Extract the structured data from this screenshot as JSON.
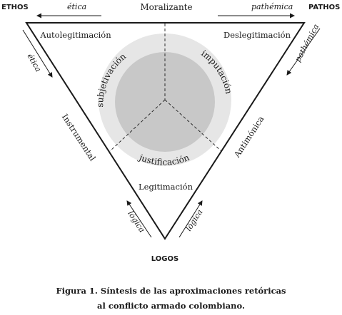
{
  "vertices": {
    "ethos": "ETHOS",
    "pathos": "PATHOS",
    "logos": "LOGOS"
  },
  "top_edge": {
    "left_label": "ética",
    "center_label": "Moralizante",
    "right_label": "pathémica"
  },
  "left_edge": {
    "outer_label": "ética",
    "center_label": "Instrumental",
    "bottom_label": "lógica"
  },
  "right_edge": {
    "outer_label": "pathémica",
    "center_label": "Antimónica",
    "bottom_label": "lógica"
  },
  "regions": {
    "top_left": "Autolegitimación",
    "top_right": "Deslegitimación",
    "bottom": "Legitimación"
  },
  "ring": {
    "left": "subjetivación",
    "right": "imputación",
    "bottom": "justificación"
  },
  "caption": {
    "line1": "Figura 1. Síntesis de las aproximaciones retóricas",
    "line2": "al conflicto armado colombiano."
  },
  "colors": {
    "outer_circle": "#e6e6e6",
    "inner_circle": "#c8c8c8",
    "lines": "#1a1a1a"
  }
}
